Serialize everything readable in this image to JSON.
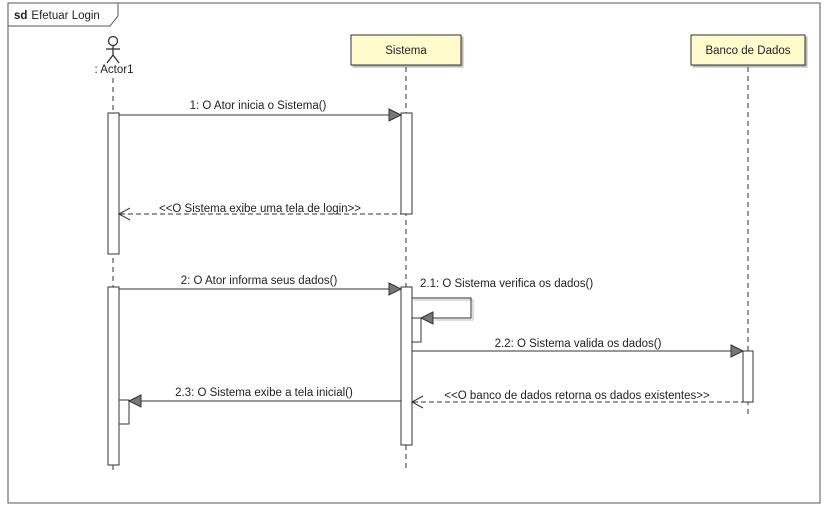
{
  "frame": {
    "keyword": "sd",
    "name": "Efetuar Login"
  },
  "lifelines": {
    "actor": {
      "label": ": Actor1"
    },
    "sistema": {
      "label": "Sistema"
    },
    "banco": {
      "label": "Banco de Dados"
    }
  },
  "messages": {
    "m1": "1: O Ator inicia o Sistema()",
    "r1": "<<O Sistema exibe uma tela de login>>",
    "m2": "2: O Ator informa seus dados()",
    "m21": "2.1: O Sistema verifica os dados()",
    "m22": "2.2: O Sistema valida os dados()",
    "r22": "<<O banco de dados retorna os dados existentes>>",
    "m23": "2.3: O Sistema exibe a tela inicial()"
  },
  "colors": {
    "lifeline_head_fill": "#fffbcc",
    "line": "#333333",
    "arrowhead": "#777777",
    "frame_border": "#555555"
  }
}
